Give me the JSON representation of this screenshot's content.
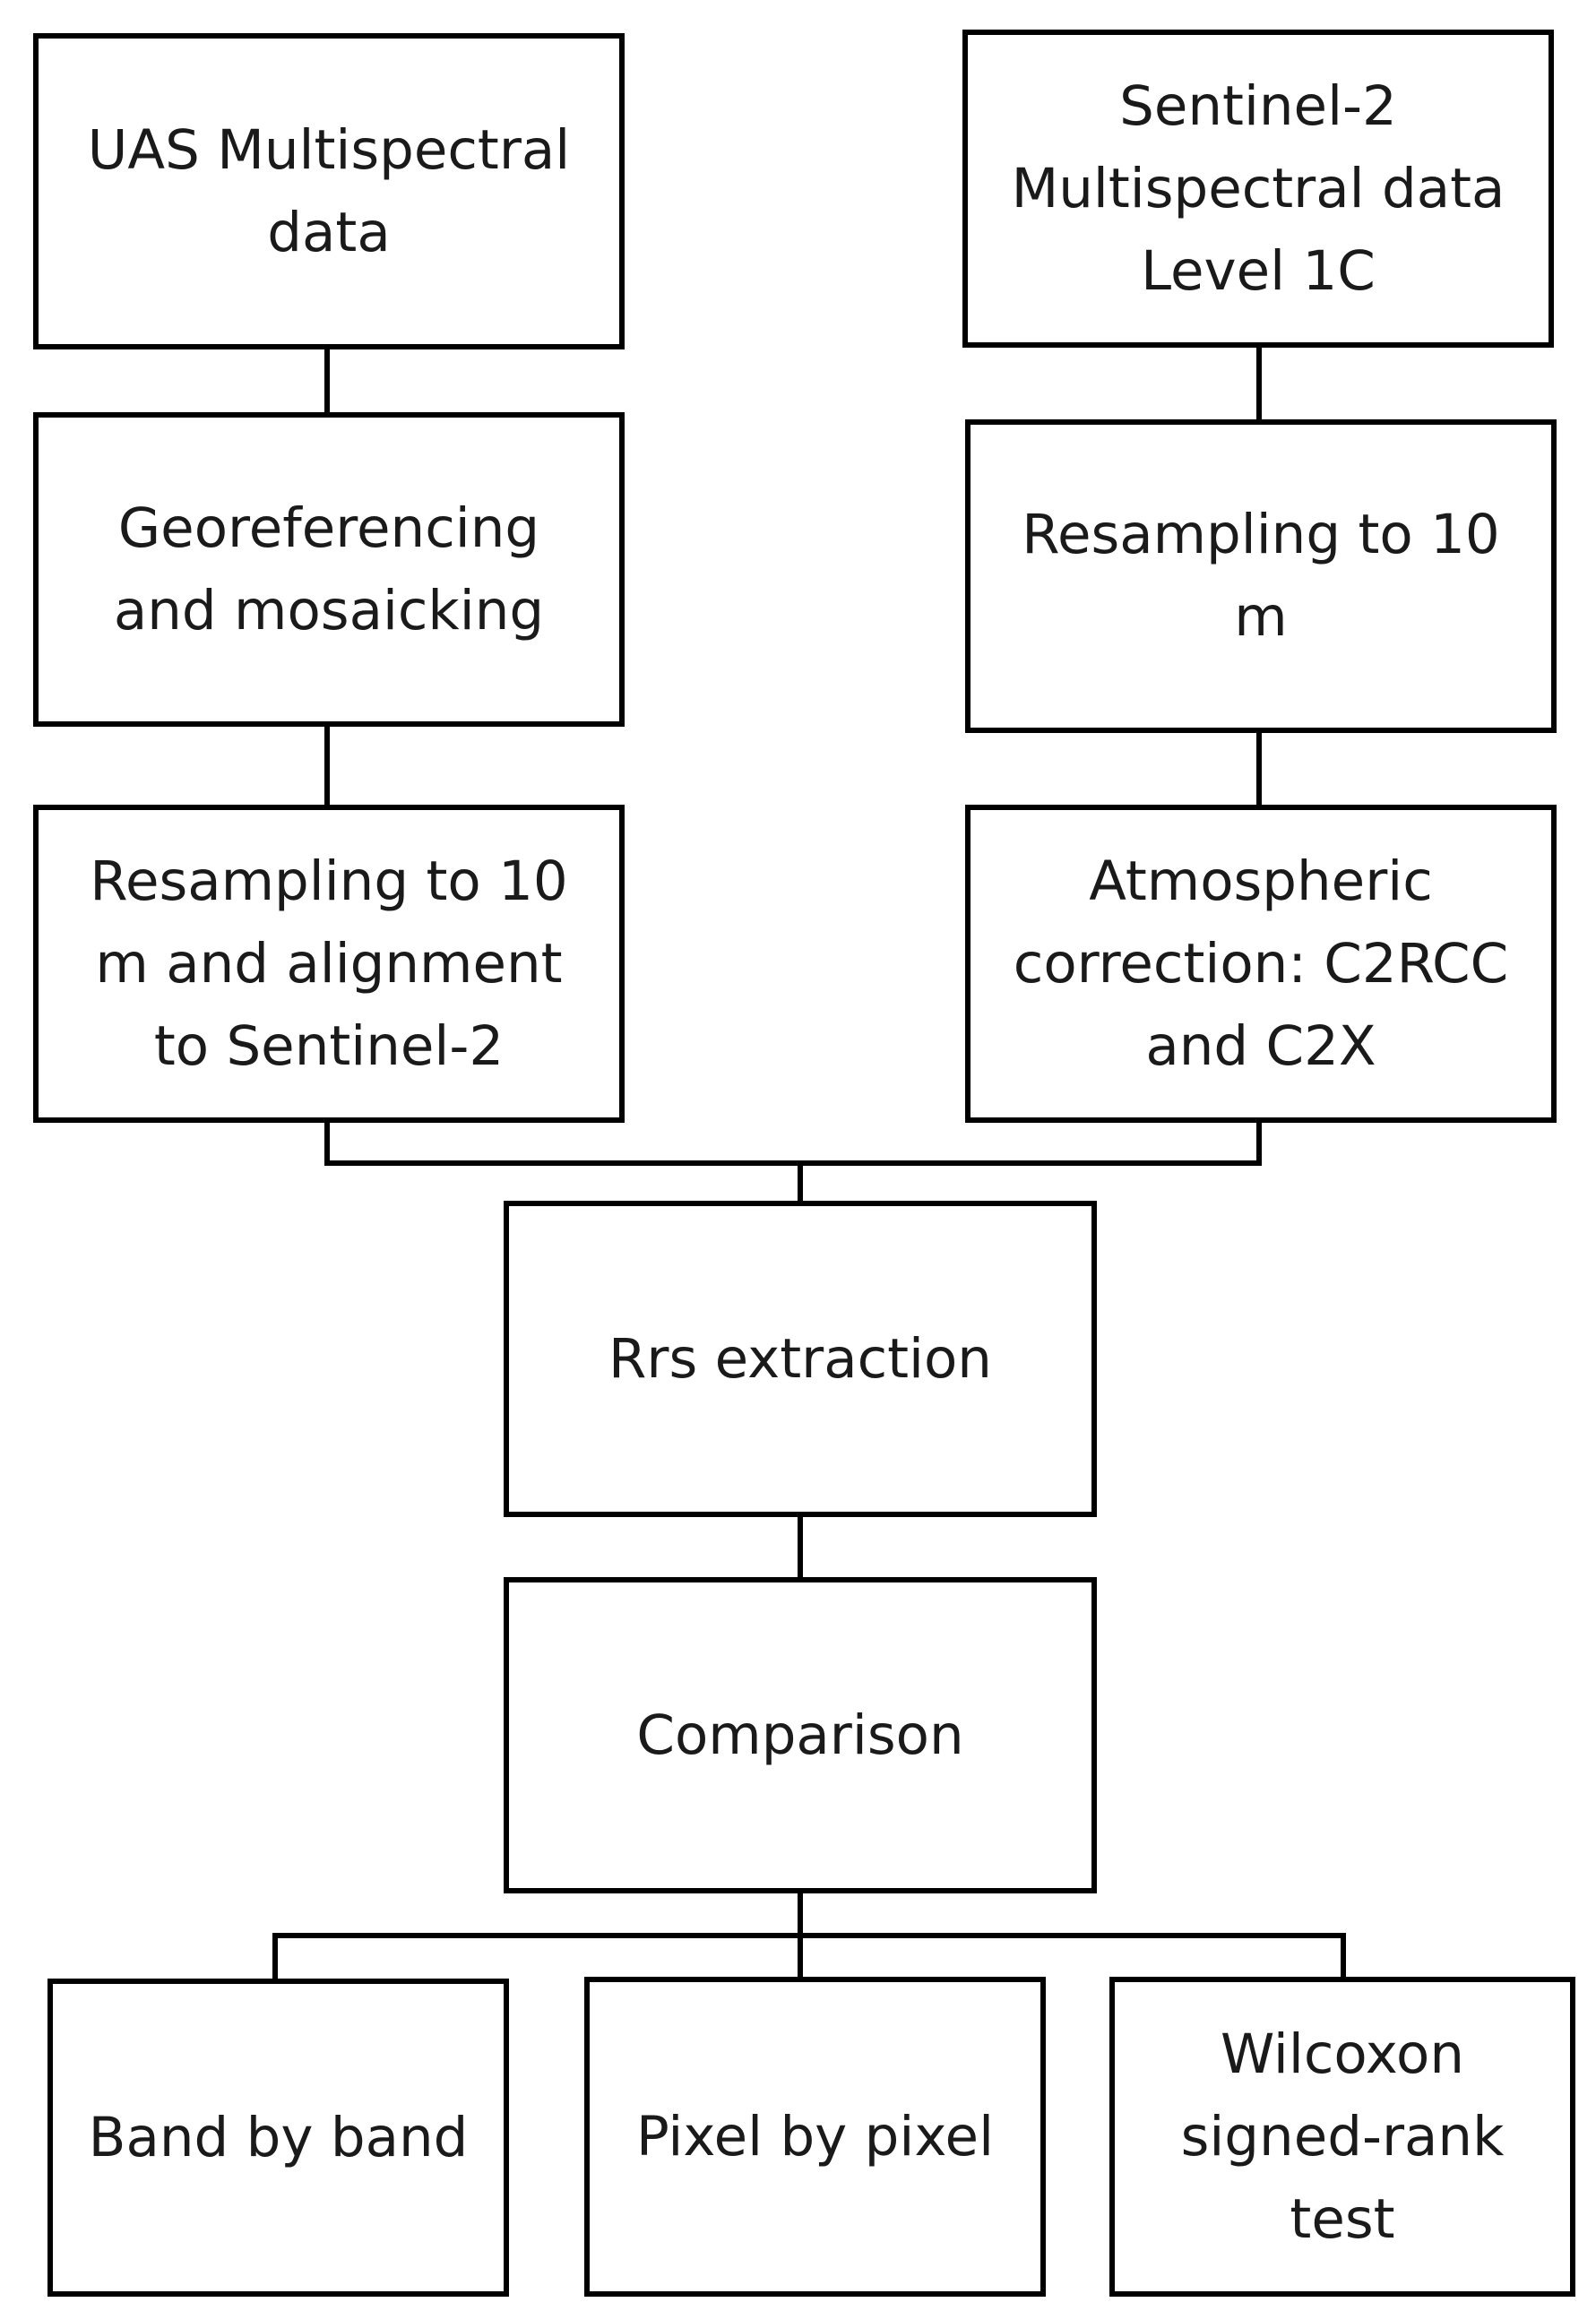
{
  "diagram": {
    "colors": {
      "line": "#000000",
      "box_fill": "#ffffff",
      "text": "#1a1a1a"
    },
    "nodes": {
      "uas_data": "UAS Multispectral\ndata",
      "georef": "Georeferencing\nand mosaicking",
      "uas_resample": "Resampling to 10\nm and alignment\nto Sentinel-2",
      "s2_data": "Sentinel-2\nMultispectral data\nLevel 1C",
      "s2_resample": "Resampling to 10\nm",
      "atmos": "Atmospheric\ncorrection: C2RCC\nand C2X",
      "rrs": "Rrs extraction",
      "comparison": "Comparison",
      "band": "Band by band",
      "pixel": "Pixel by pixel",
      "wilcoxon": "Wilcoxon\nsigned-rank\ntest"
    }
  }
}
